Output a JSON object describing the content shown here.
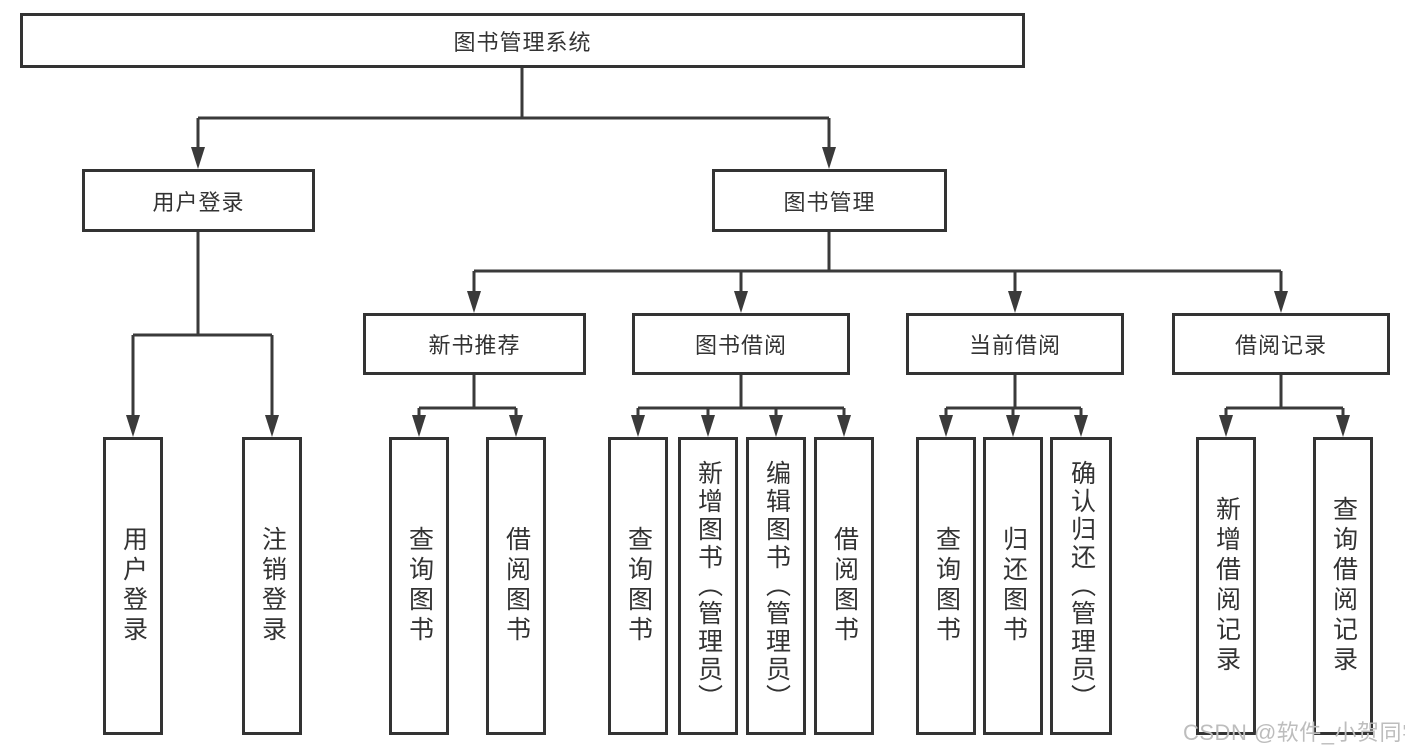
{
  "diagram_title": "图书管理系统",
  "watermark": "CSDN @软件_小贺同学",
  "tree": {
    "root": {
      "label": "图书管理系统"
    },
    "user": {
      "label": "用户登录",
      "children": [
        {
          "label": "用户登录"
        },
        {
          "label": "注销登录"
        }
      ]
    },
    "book": {
      "label": "图书管理",
      "sections": [
        {
          "label": "新书推荐",
          "children": [
            {
              "label": "查询图书"
            },
            {
              "label": "借阅图书"
            }
          ]
        },
        {
          "label": "图书借阅",
          "children": [
            {
              "label": "查询图书"
            },
            {
              "label": "新增图书（管理员）"
            },
            {
              "label": "编辑图书（管理员）"
            },
            {
              "label": "借阅图书"
            }
          ]
        },
        {
          "label": "当前借阅",
          "children": [
            {
              "label": "查询图书"
            },
            {
              "label": "归还图书"
            },
            {
              "label": "确认归还（管理员）"
            }
          ]
        },
        {
          "label": "借阅记录",
          "children": [
            {
              "label": "新增借阅记录"
            },
            {
              "label": "查询借阅记录"
            }
          ]
        }
      ]
    }
  },
  "colors": {
    "line": "#3a3a3a",
    "text": "#333333",
    "watermark": "#bdbdbd",
    "background": "#ffffff"
  }
}
